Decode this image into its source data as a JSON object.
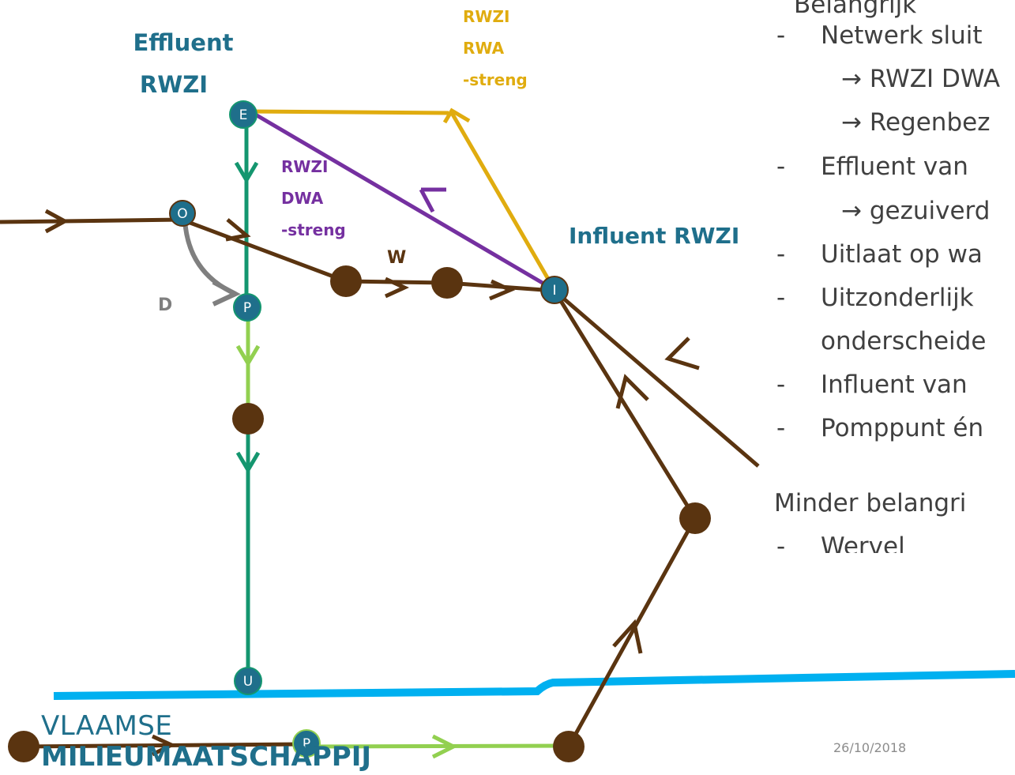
{
  "labels": {
    "effluent_line1": "Effluent",
    "effluent_line2": "RWZI",
    "rwa_line1": "RWZI",
    "rwa_line2": "RWA",
    "rwa_line3": "-streng",
    "dwa_line1": "RWZI",
    "dwa_line2": "DWA",
    "dwa_line3": "-streng",
    "influent": "Influent RWZI",
    "w": "W",
    "d": "D"
  },
  "nodes": {
    "effluent": "E",
    "overstort": "O",
    "pump_upper": "P",
    "influent": "I",
    "outlet": "U",
    "pump_lower": "P"
  },
  "bullets": {
    "heading": "Belangrijk",
    "b1": "Netwerk sluit",
    "b1_sub1": "→ RWZI DWA",
    "b1_sub2": "→ Regenbez",
    "b2": "Effluent van",
    "b2_sub1": "→ gezuiverd",
    "b3": "Uitlaat op wa",
    "b4_line1": "Uitzonderlijk",
    "b4_line2": "onderscheide",
    "b5": "Influent van",
    "b6": "Pomppunt én",
    "minor_heading": "Minder belangri",
    "m1": "Wervel",
    "dash": "-"
  },
  "logo": {
    "line1": "VLAAMSE",
    "line2": "MILIEUMAATSCHAPPIJ"
  },
  "date": "26/10/2018",
  "colors": {
    "brown": "#5a3410",
    "teal_green": "#14966f",
    "light_green": "#92d050",
    "gold": "#e0ac0f",
    "purple": "#7530a0",
    "grey": "#7f7f7f",
    "water_blue": "#00b0f0",
    "node_fill": "#1f6f8b"
  }
}
